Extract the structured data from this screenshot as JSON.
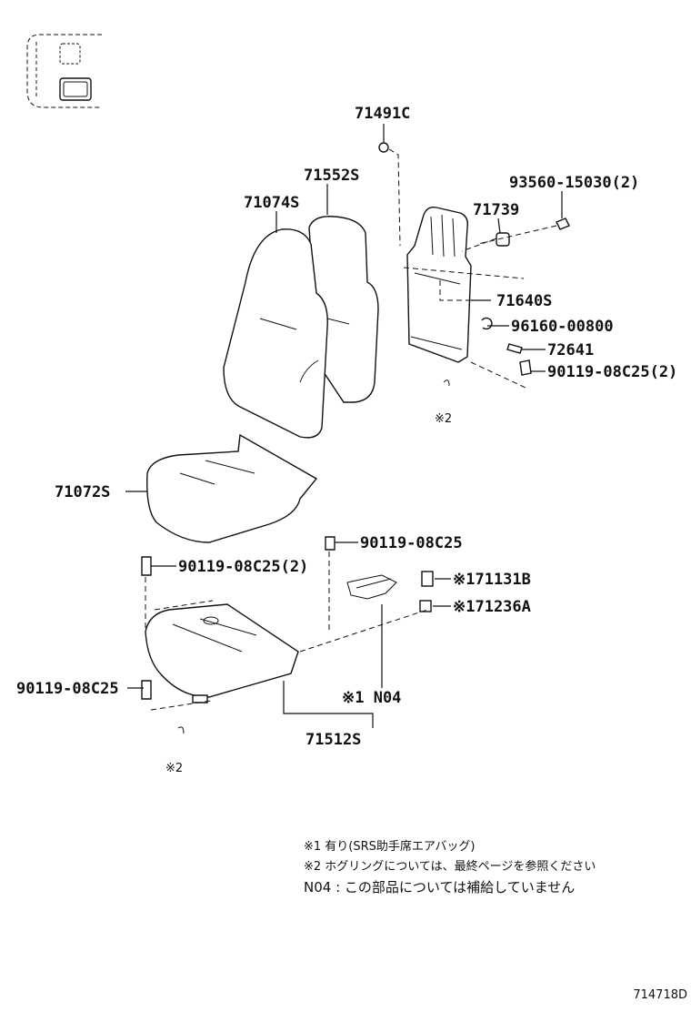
{
  "parts": {
    "p71491C": "71491C",
    "p71552S": "71552S",
    "p71074S": "71074S",
    "p93560": "93560-15030(2)",
    "p71739": "71739",
    "p71640S": "71640S",
    "p96160": "96160-00800",
    "p72641": "72641",
    "p90119_2a": "90119-08C25(2)",
    "ref2_upper": "※2",
    "p71072S": "71072S",
    "p90119_single": "90119-08C25",
    "p90119_2b": "90119-08C25(2)",
    "p171131B": "※171131B",
    "p171236A": "※171236A",
    "p90119_lower": "90119-08C25",
    "pN04": "※1 N04",
    "p71512S": "71512S",
    "ref2_lower": "※2"
  },
  "notes": [
    "※1 有り(SRS助手席エアバッグ)",
    "※2 ホグリングについては、最終ページを参照ください",
    "N04 : この部品については補給していません"
  ],
  "diagram_id": "714718D"
}
